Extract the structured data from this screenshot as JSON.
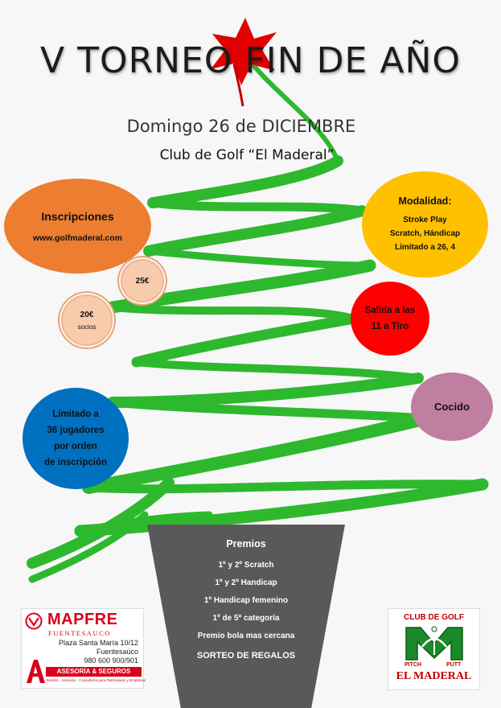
{
  "header": {
    "title": "V TORNEO FIN DE AÑO",
    "date": "Domingo 26 de DICIEMBRE",
    "club": "Club de Golf “El Maderal”"
  },
  "colors": {
    "tree_green": "#2eb82e",
    "star_red": "#e00000",
    "inscripciones": "#ed7d31",
    "modalidad": "#ffc000",
    "salida": "#ff0000",
    "cocido": "#c07fa1",
    "limitado": "#0070c0",
    "premios": "#595959",
    "price": "#f8cbad"
  },
  "inscripciones": {
    "title": "Inscripciones",
    "web": "www.golfmaderal.com"
  },
  "prices": {
    "general": "25€",
    "socios_price": "20€",
    "socios_label": "socios"
  },
  "modalidad": {
    "title": "Modalidad:",
    "lines": [
      "Stroke Play",
      "Scratch, Hándicap",
      "Limitado a 26, 4"
    ]
  },
  "salida": {
    "line1": "Salida a las",
    "line2": "11 a Tiro"
  },
  "cocido": {
    "label": "Cocido"
  },
  "limitado": {
    "lines": [
      "Limitado a",
      "36 jugadores",
      "por orden",
      "de inscripción"
    ]
  },
  "premios": {
    "title": "Premios",
    "items": [
      "1º y 2º Scratch",
      "1º y 2º Handicap",
      "1º Handicap femenino",
      "1º de 5ª categoría",
      "Premio bola mas cercana"
    ],
    "final": "SORTEO DE REGALOS"
  },
  "sponsor": {
    "brand": "MAPFRE",
    "town": "FUENTESAUCO",
    "address": "Plaza Santa María 10/12",
    "city": "Fuentesaúco",
    "phone": "980 600 900/901",
    "service": "ASESORÍA & SEGUROS",
    "tagline": "Gestión · Asesoría · Consultoría para Particulares y Empresas"
  },
  "club_logo": {
    "top": "CLUB DE GOLF",
    "pitch": "PITCH",
    "putt": "PUTT",
    "name": "EL MADERAL"
  }
}
